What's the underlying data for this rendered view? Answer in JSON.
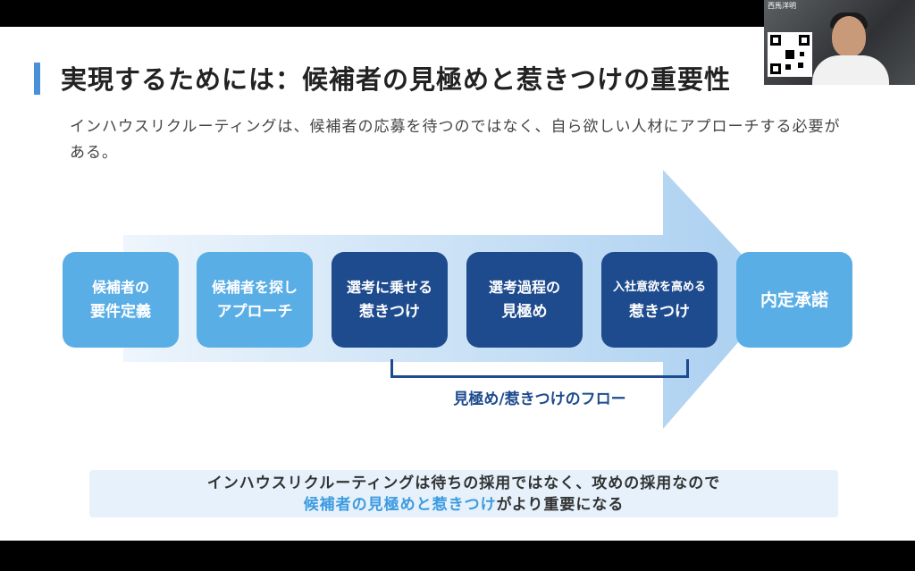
{
  "slide": {
    "title": "実現するためには：候補者の見極めと惹きつけの重要性",
    "subtitle": "インハウスリクルーティングは、候補者の応募を待つのではなく、自ら欲しい人材にアプローチする必要がある。"
  },
  "flow": {
    "steps": [
      {
        "line1": "候補者の",
        "line2": "要件定義",
        "style": "light"
      },
      {
        "line1": "候補者を探し",
        "line2": "アプローチ",
        "style": "light"
      },
      {
        "line1": "選考に乗せる",
        "line2": "惹きつけ",
        "style": "dark"
      },
      {
        "line1": "選考過程の",
        "line2": "見極め",
        "style": "dark"
      },
      {
        "line1": "入社意欲を高める",
        "line2": "惹きつけ",
        "style": "dark"
      },
      {
        "line1": "内定承諾",
        "style": "light"
      }
    ],
    "bracket_label": "見極め/惹きつけのフロー"
  },
  "summary": {
    "line1": "インハウスリクルーティングは待ちの採用ではなく、攻めの採用なので",
    "line2_highlight": "候補者の見極めと惹きつけ",
    "line2_rest": "がより重要になる"
  },
  "video": {
    "name_label": "西馬洋明"
  },
  "colors": {
    "accent": "#4a90d9",
    "light_step": "#5aaee6",
    "dark_step": "#1e4b8e",
    "highlight": "#3d9be0"
  }
}
